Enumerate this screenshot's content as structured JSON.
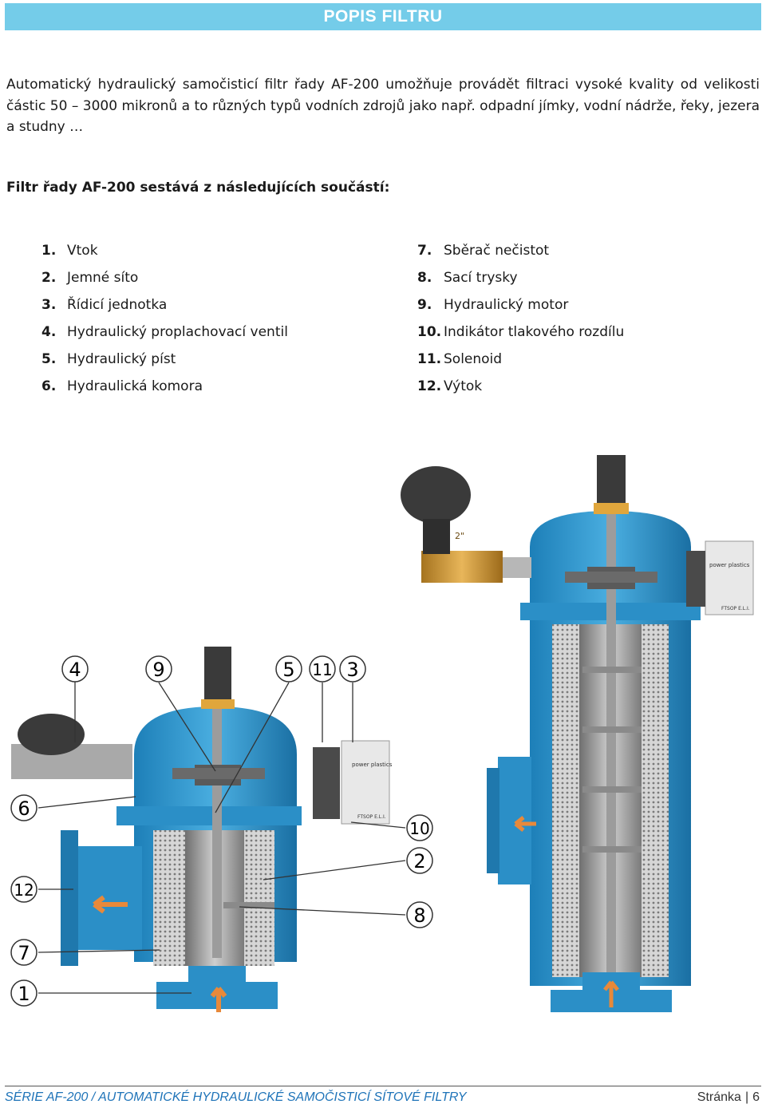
{
  "header": {
    "title": "POPIS FILTRU"
  },
  "intro": "Automatický hydraulický samočisticí filtr řady AF-200 umožňuje provádět filtraci vysoké kvality od velikosti částic 50 – 3000 mikronů a to různých typů vodních zdrojů jako např. odpadní jímky, vodní nádrže, řeky, jezera a studny …",
  "components_heading": "Filtr řady AF-200 sestává z následujících součástí:",
  "components": [
    {
      "num": "1.",
      "label": "Vtok"
    },
    {
      "num": "2.",
      "label": "Jemné síto"
    },
    {
      "num": "3.",
      "label": "Řídicí jednotka"
    },
    {
      "num": "4.",
      "label": "Hydraulický proplachovací ventil"
    },
    {
      "num": "5.",
      "label": "Hydraulický píst"
    },
    {
      "num": "6.",
      "label": "Hydraulická komora"
    },
    {
      "num": "7.",
      "label": "Sběrač nečistot"
    },
    {
      "num": "8.",
      "label": "Sací trysky"
    },
    {
      "num": "9.",
      "label": "Hydraulický motor"
    },
    {
      "num": "10.",
      "label": "Indikátor tlakového rozdílu"
    },
    {
      "num": "11.",
      "label": "Solenoid"
    },
    {
      "num": "12.",
      "label": "Výtok"
    }
  ],
  "figure": {
    "callouts": [
      "4",
      "9",
      "5",
      "11",
      "3",
      "6",
      "10",
      "2",
      "12",
      "8",
      "7",
      "1"
    ],
    "valve_marking": "2\"",
    "control_box_brand": "power plastics",
    "control_box_code": "FTSOP E.L.I."
  },
  "footer": {
    "series": "SÉRIE AF-200 / AUTOMATICKÉ HYDRAULICKÉ SAMOČISTICÍ SÍTOVÉ FILTRY",
    "page_label": "Stránka",
    "page_sep": "|",
    "page_number": "6"
  }
}
